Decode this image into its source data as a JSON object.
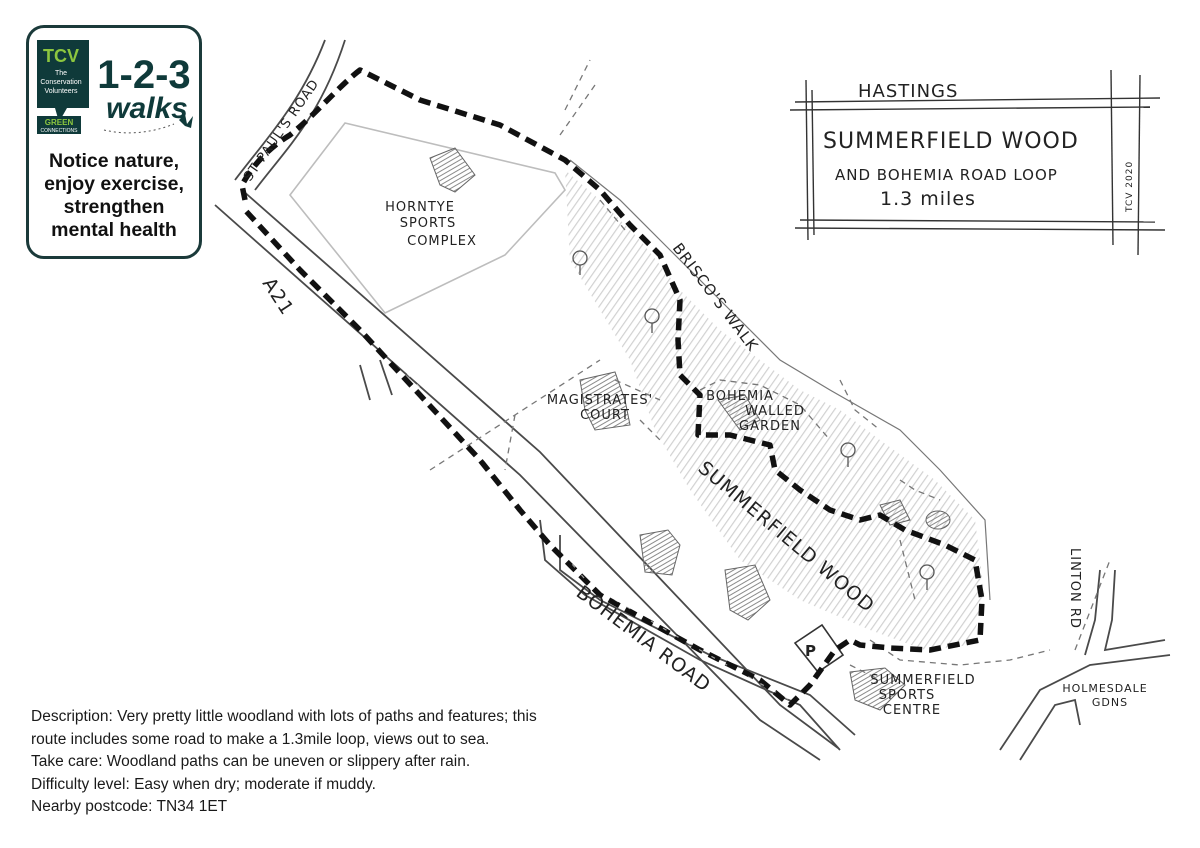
{
  "badge": {
    "tcv": "TCV",
    "org_line1": "The",
    "org_line2": "Conservation",
    "org_line3": "Volunteers",
    "green_line1": "GREEN",
    "green_line2": "CONNECTIONS",
    "logo_numbers": "1-2-3",
    "logo_walks": "walks",
    "tagline": [
      "Notice nature,",
      "enjoy exercise,",
      "strengthen",
      "mental health"
    ],
    "colors": {
      "border": "#1b3a3a",
      "logo": "#0f3a3a",
      "accent": "#8cc63f"
    }
  },
  "title_box": {
    "town": "HASTINGS",
    "line1": "SUMMERFIELD WOOD",
    "line2": "AND BOHEMIA ROAD LOOP",
    "distance": "1.3 miles",
    "credit": "TCV 2020"
  },
  "map_labels": {
    "st_pauls_road": "ST PAUL'S ROAD",
    "a21": "A21",
    "horntye": [
      "HORNTYE",
      "SPORTS",
      "COMPLEX"
    ],
    "briscos_walk": "BRISCO'S WALK",
    "magistrates": [
      "MAGISTRATES'",
      "COURT"
    ],
    "walled_garden": [
      "BOHEMIA",
      "WALLED",
      "GARDEN"
    ],
    "summerfield_wood": "SUMMERFIELD WOOD",
    "bohemia_road": "BOHEMIA ROAD",
    "parking": "P",
    "sports_centre": [
      "SUMMERFIELD",
      "SPORTS",
      "CENTRE"
    ],
    "linton_rd": "LINTON RD",
    "holmesdale": [
      "HOLMESDALE",
      "GDNS"
    ]
  },
  "description": [
    "Description: Very pretty little woodland with lots of paths and features; this",
    "route includes some road to make a 1.3mile loop, views out to sea.",
    "Take care: Woodland paths can be uneven or slippery after rain.",
    "Difficulty level: Easy when dry; moderate if muddy.",
    "Nearby postcode: TN34 1ET"
  ]
}
